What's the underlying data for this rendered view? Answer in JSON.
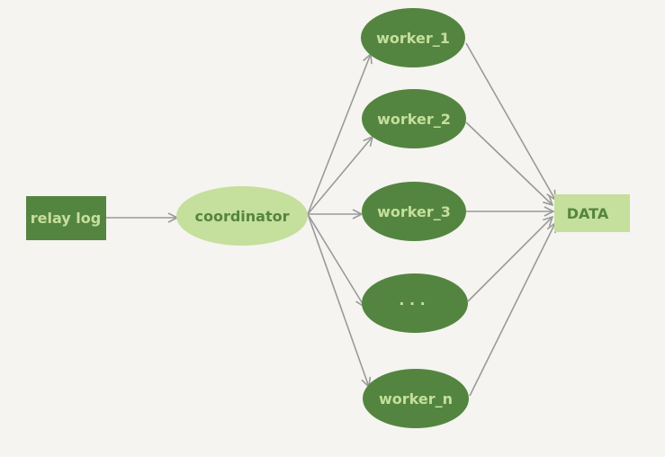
{
  "colors": {
    "background": "#f5f4f0",
    "dark_green": "#548540",
    "light_green": "#c5df9c",
    "edge": "#9a9a9a"
  },
  "nodes": {
    "relay_log": {
      "label": "relay log",
      "shape": "rectangle",
      "fill": "dark"
    },
    "coordinator": {
      "label": "coordinator",
      "shape": "ellipse",
      "fill": "light"
    },
    "workers": [
      {
        "label": "worker_1"
      },
      {
        "label": "worker_2"
      },
      {
        "label": "worker_3"
      },
      {
        "label": "· · ·"
      },
      {
        "label": "worker_n"
      }
    ],
    "data": {
      "label": "DATA",
      "shape": "rectangle",
      "fill": "light"
    }
  },
  "edges": [
    {
      "from": "relay_log",
      "to": "coordinator"
    },
    {
      "from": "coordinator",
      "to": "worker_1"
    },
    {
      "from": "coordinator",
      "to": "worker_2"
    },
    {
      "from": "coordinator",
      "to": "worker_3"
    },
    {
      "from": "coordinator",
      "to": "worker_ellipsis"
    },
    {
      "from": "coordinator",
      "to": "worker_n"
    },
    {
      "from": "worker_1",
      "to": "data"
    },
    {
      "from": "worker_2",
      "to": "data"
    },
    {
      "from": "worker_3",
      "to": "data"
    },
    {
      "from": "worker_ellipsis",
      "to": "data"
    },
    {
      "from": "worker_n",
      "to": "data"
    }
  ]
}
